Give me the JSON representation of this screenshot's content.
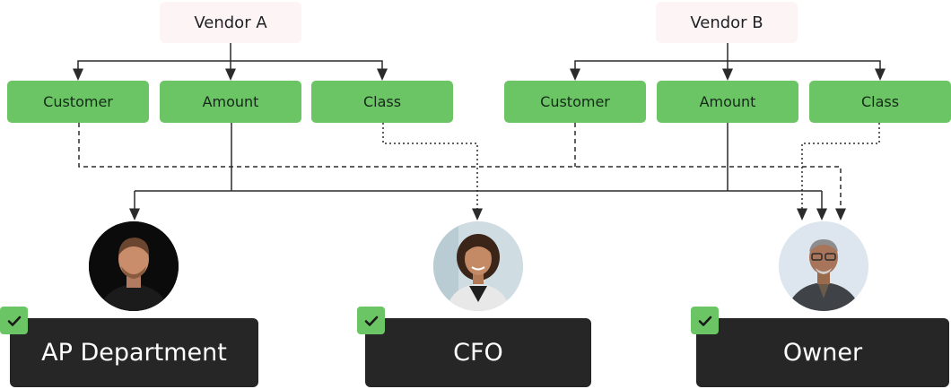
{
  "vendors": [
    {
      "name": "Vendor A"
    },
    {
      "name": "Vendor B"
    }
  ],
  "fields": [
    {
      "label": "Customer"
    },
    {
      "label": "Amount"
    },
    {
      "label": "Class"
    },
    {
      "label": "Customer"
    },
    {
      "label": "Amount"
    },
    {
      "label": "Class"
    }
  ],
  "approvers": [
    {
      "role": "AP Department",
      "approved": true
    },
    {
      "role": "CFO",
      "approved": true
    },
    {
      "role": "Owner",
      "approved": true
    }
  ],
  "colors": {
    "field_green": "#6cc564",
    "role_dark": "#262626",
    "vendor_bg": "#fdf4f5",
    "line": "#2b2b2b"
  },
  "icons": [
    "check-icon",
    "arrow-down-icon",
    "person-avatar"
  ]
}
